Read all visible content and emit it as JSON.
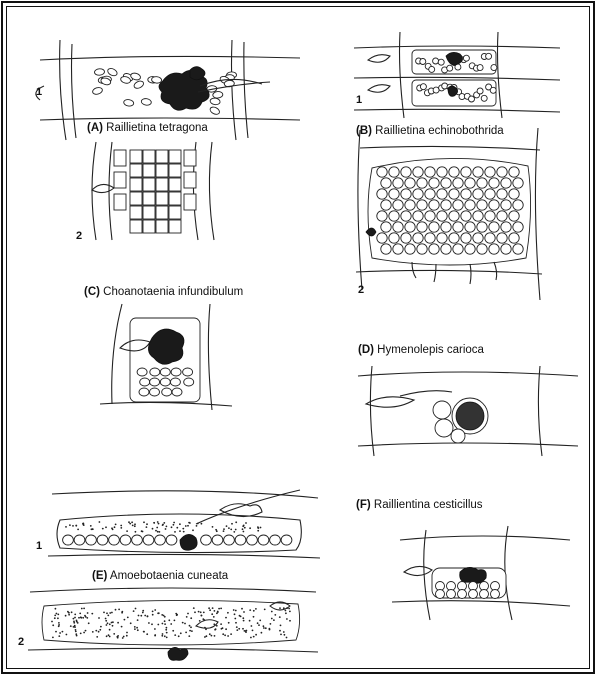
{
  "panels": [
    {
      "letter": "(A)",
      "name": "Raillietina tetragona"
    },
    {
      "letter": "(B)",
      "name": "Raillietina echinobothrida"
    },
    {
      "letter": "(C)",
      "name": "Choanotaenia infundibulum"
    },
    {
      "letter": "(D)",
      "name": "Hymenolepis carioca"
    },
    {
      "letter": "(E)",
      "name": "Amoebotaenia cuneata"
    },
    {
      "letter": "(F)",
      "name": "Raillientina cesticillus"
    }
  ],
  "figure_numbers": {
    "one": "1",
    "two": "2"
  }
}
